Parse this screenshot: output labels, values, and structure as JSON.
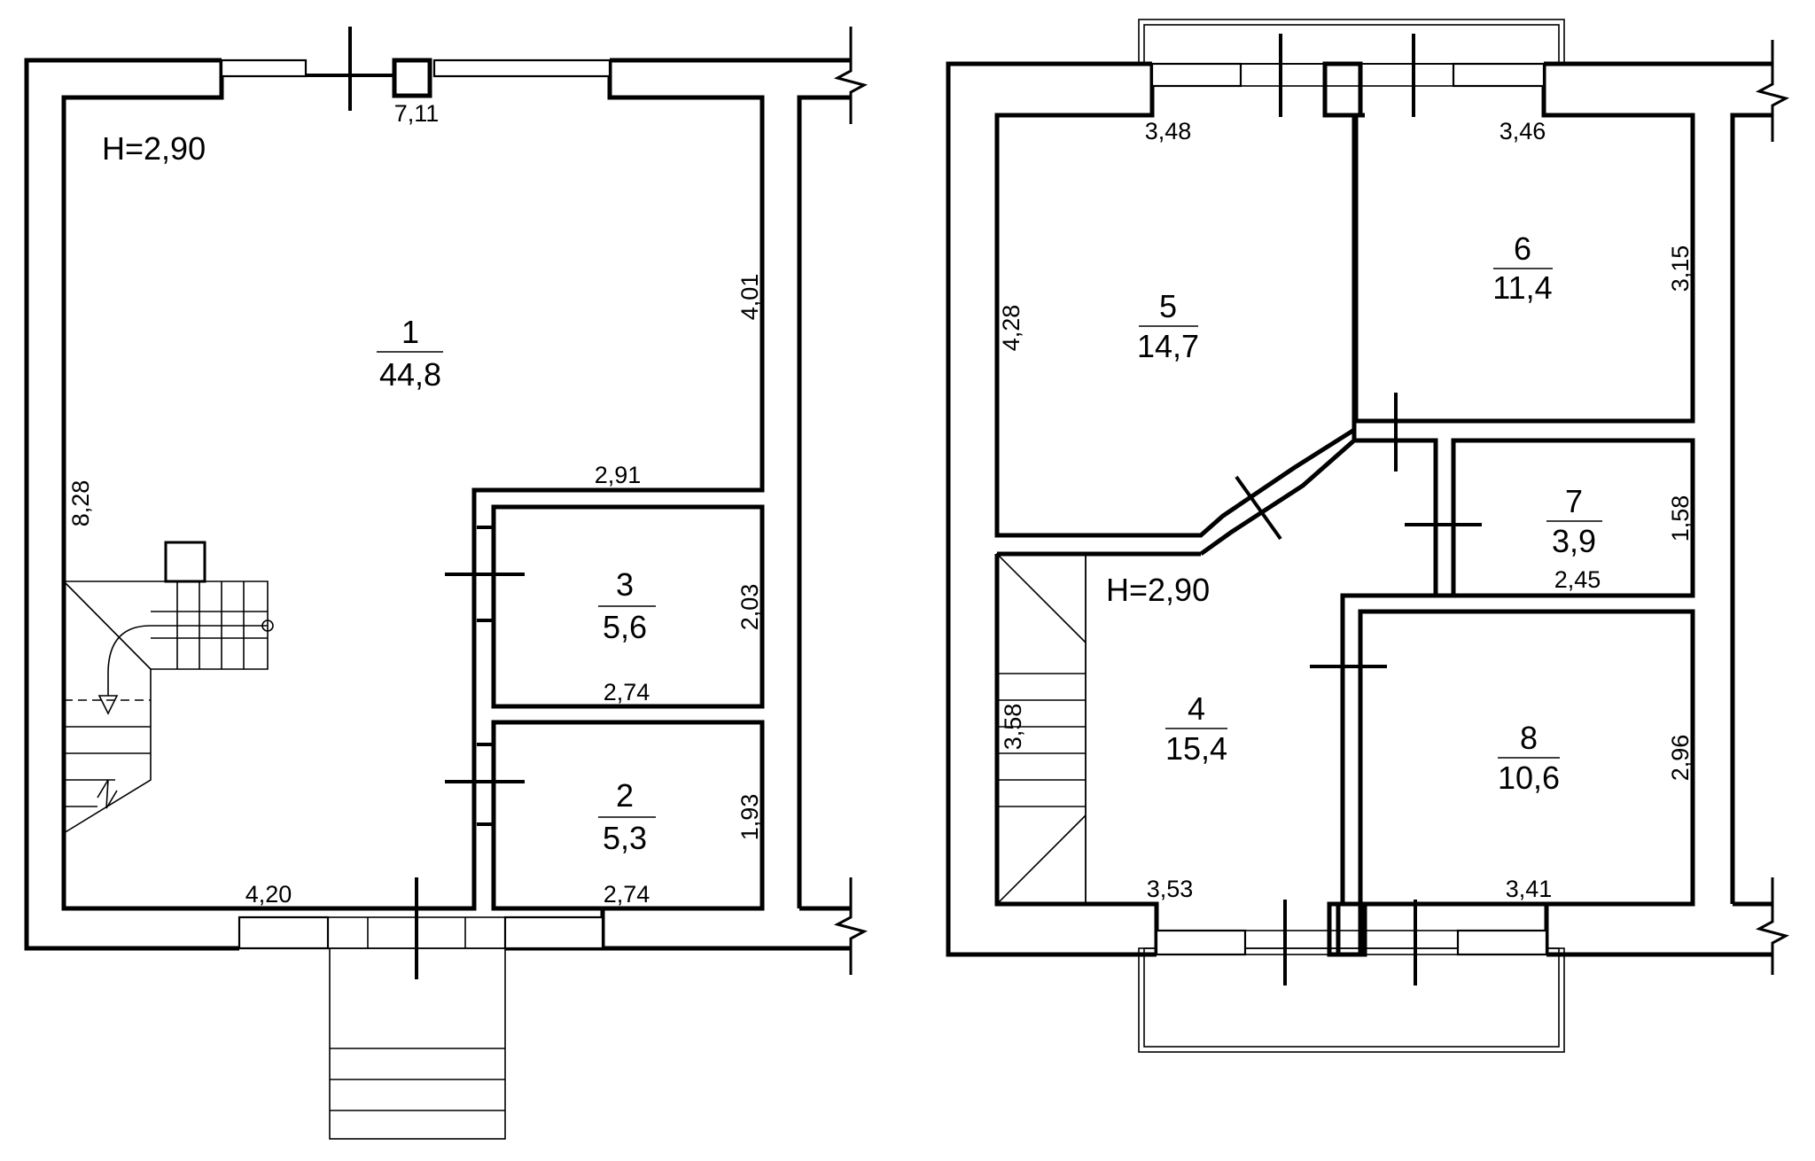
{
  "floor_1": {
    "height_label": "H=2,90",
    "rooms": [
      {
        "number": "1",
        "area": "44,8"
      },
      {
        "number": "2",
        "area": "5,3"
      },
      {
        "number": "3",
        "area": "5,6"
      }
    ],
    "dimensions": [
      "7,11",
      "4,01",
      "2,91",
      "8,28",
      "2,03",
      "2,74",
      "1,93",
      "4,20",
      "2,74"
    ]
  },
  "floor_2": {
    "height_label": "H=2,90",
    "rooms": [
      {
        "number": "4",
        "area": "15,4"
      },
      {
        "number": "5",
        "area": "14,7"
      },
      {
        "number": "6",
        "area": "11,4"
      },
      {
        "number": "7",
        "area": "3,9"
      },
      {
        "number": "8",
        "area": "10,6"
      }
    ],
    "dimensions": [
      "3,48",
      "3,46",
      "4,28",
      "3,15",
      "1,58",
      "2,45",
      "3,58",
      "2,96",
      "3,53",
      "3,41"
    ]
  }
}
